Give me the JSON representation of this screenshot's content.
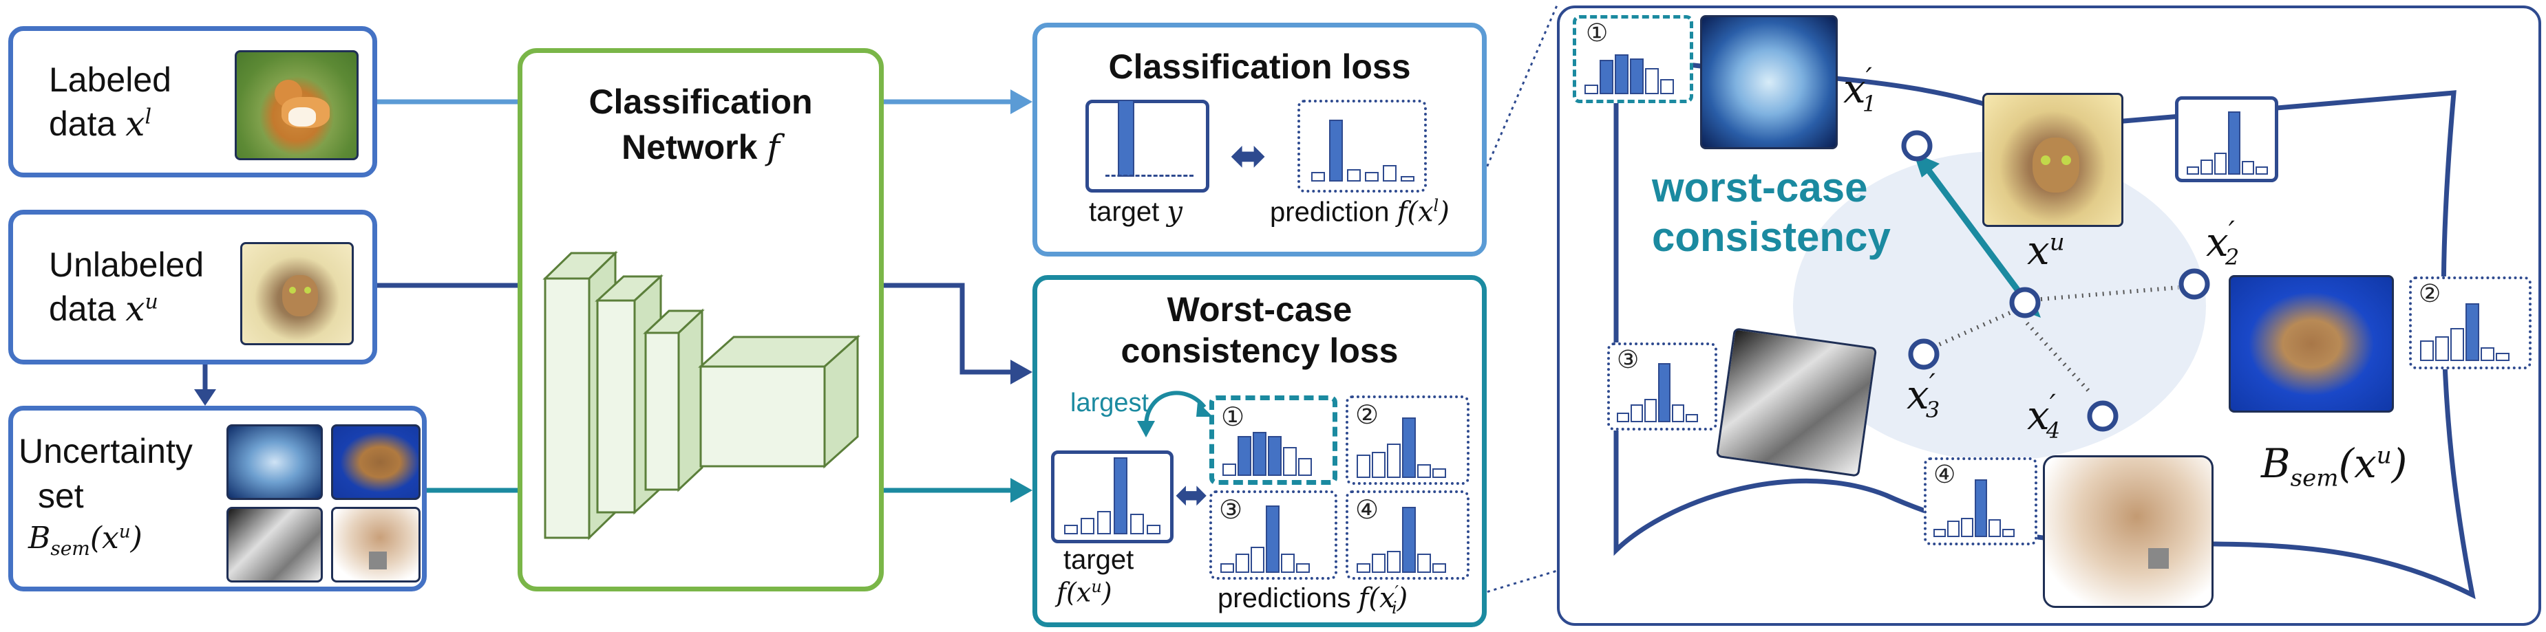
{
  "inputs": {
    "labeled": {
      "line1": "Labeled",
      "line2": "data",
      "var": "x",
      "sup": "l"
    },
    "unlabeled": {
      "line1": "Unlabeled",
      "line2": "data",
      "var": "x",
      "sup": "u"
    },
    "uncertainty": {
      "line1": "Uncertainty",
      "line2": "set",
      "bsem": "B",
      "sub": "sem",
      "arg": "(x",
      "argsup": "u",
      "close": ")"
    }
  },
  "network": {
    "line1": "Classification",
    "line2": "Network",
    "var": "f"
  },
  "cls_loss": {
    "title": "Classification loss",
    "target_label": "target",
    "target_var": "y",
    "pred_label": "prediction",
    "pred_var": "f(x",
    "pred_sup": "l",
    "pred_close": ")"
  },
  "wc_loss": {
    "title_line1": "Worst-case",
    "title_line2": "consistency loss",
    "largest": "largest",
    "target_label": "target",
    "target_var": "f(x",
    "target_sup": "u",
    "target_close": ")",
    "pred_label": "predictions",
    "pred_var": "f(x",
    "pred_sup": "′",
    "pred_sub": "i",
    "pred_close": ")",
    "markers": [
      "①",
      "②",
      "③",
      "④"
    ]
  },
  "panel": {
    "marker1": "①",
    "marker2": "②",
    "marker3": "③",
    "marker4": "④",
    "worst_line1": "worst-case",
    "worst_line2": "consistency",
    "xu_var": "x",
    "xu_sup": "u",
    "x1_var": "x",
    "x1_sub": "1",
    "x2_var": "x",
    "x2_sub": "2",
    "x3_var": "x",
    "x3_sub": "3",
    "x4_var": "x",
    "x4_sub": "4",
    "prime": "′",
    "bsem": "B",
    "bsem_sub": "sem",
    "bsem_arg": "(x",
    "bsem_argsup": "u",
    "bsem_close": ")"
  },
  "colors": {
    "blue": "#4472c4",
    "light_blue": "#5b9bd5",
    "teal": "#1b8aa0",
    "green": "#7ab648",
    "navy": "#2e4a8f"
  }
}
